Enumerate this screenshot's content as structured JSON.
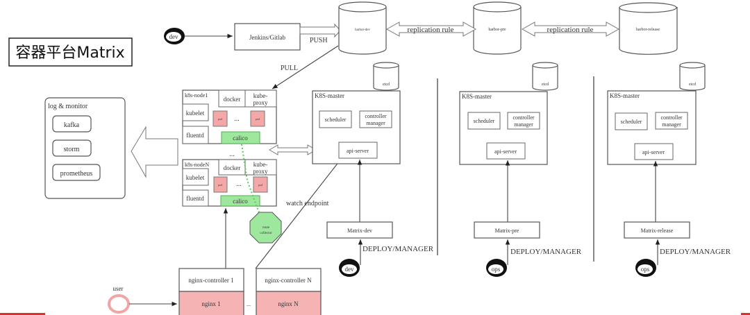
{
  "title": "容器平台Matrix",
  "ci": {
    "dev_actor": "dev",
    "jenkins": "Jenkins/Gitlab",
    "push": "PUSH",
    "pull": "PULL"
  },
  "registries": [
    {
      "name": "harbor-dev"
    },
    {
      "name": "harbor-pre"
    },
    {
      "name": "harbor-release"
    }
  ],
  "replication": [
    "replication rule",
    "replication rule"
  ],
  "monitor": {
    "title": "log & monitor",
    "items": [
      "kafka",
      "storm",
      "prometheus"
    ]
  },
  "nodes": [
    {
      "name": "k8s-node1",
      "docker": "docker",
      "kube_proxy": "kube-\nproxy",
      "kubelet": "kubelet",
      "fluentd": "fluentd",
      "pod": "pod",
      "ellipsis": "...",
      "calico": "calico"
    },
    {
      "name": "k8s-nodeN",
      "docker": "docker",
      "kube_proxy": "kube-\nproxy",
      "kubelet": "kubelet",
      "fluentd": "fluentd",
      "pod": "pod",
      "ellipsis": "...",
      "calico": "calico"
    }
  ],
  "node_ellipsis": "...",
  "route_collector": "route\ncollector",
  "watch_endpoint": "watch endpoint",
  "masters": [
    {
      "title": "K8S-master",
      "etcd": "etcd",
      "scheduler": "scheduler",
      "controller": "controller\nmanager",
      "api": "api-server",
      "matrix": "Matrix-dev",
      "deploy": "DEPLOY/MANAGER",
      "actor": "dev"
    },
    {
      "title": "K8S-master",
      "etcd": "etcd",
      "scheduler": "scheduler",
      "controller": "controller\nmanager",
      "api": "api-server",
      "matrix": "Matrix-pre",
      "deploy": "DEPLOY/MANAGER",
      "actor": "ops"
    },
    {
      "title": "K8S-master",
      "etcd": "etcd",
      "scheduler": "scheduler",
      "controller": "controller\nmanager",
      "api": "api-server",
      "matrix": "Matrix-release",
      "deploy": "DEPLOY/MANAGER",
      "actor": "ops"
    }
  ],
  "ingress": {
    "user": "user",
    "controller1": "nginx-controller 1",
    "controllerN": "nginx-controller N",
    "nginx1": "nginx 1",
    "nginxN": "nginx N",
    "ellipsis": "..."
  },
  "colors": {
    "pod": "#f4a7a7",
    "calico": "#9ee89e",
    "nginx": "#f6b3b3",
    "progress": "#d9332b"
  }
}
